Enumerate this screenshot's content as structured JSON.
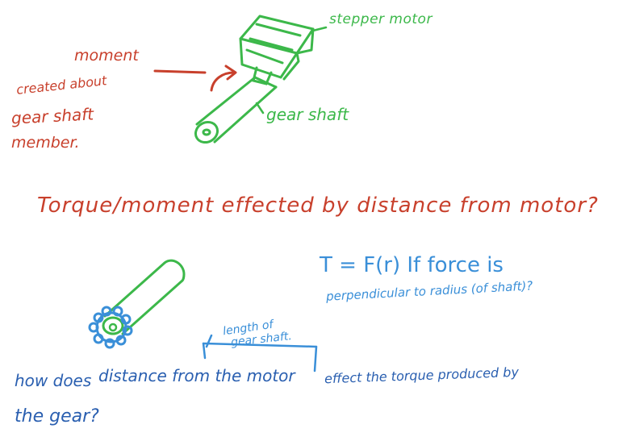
{
  "colors": {
    "red_ink": "#c8402c",
    "green_ink": "#3cb84a",
    "blue_ink": "#3a8fd8",
    "navy_ink": "#2a5fb0"
  },
  "top_diagram": {
    "motor_label": "stepper motor",
    "shaft_label": "gear shaft",
    "moment_label_line1": "moment",
    "moment_label_line2": "created about",
    "moment_label_line3": "gear shaft",
    "moment_label_line4": "member."
  },
  "question1": "Torque/moment effected by distance from motor?",
  "formula": {
    "line1": "T = F(r)  If force is",
    "line2": "perpendicular to radius (of shaft)?"
  },
  "bottom_diagram": {
    "bracket_label_line1": "length of",
    "bracket_label_line2": "gear shaft."
  },
  "question2": {
    "line1_a": "how does",
    "line1_b": "distance from the motor",
    "line1_c": "effect the torque produced by",
    "line2": "the gear?"
  }
}
